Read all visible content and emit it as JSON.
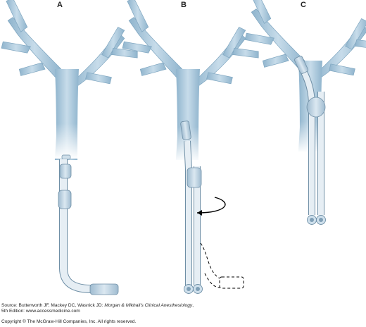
{
  "panels": {
    "a": "A",
    "b": "B",
    "c": "C"
  },
  "credit": {
    "source_prefix": "Source: Butterworth JF, Mackey DC, Wasnick JD: ",
    "source_title": "Morgan & Mikhail's Clinical Anesthesiology",
    "source_suffix": ",",
    "edition": "5th Edition: www.accessmedicine.com",
    "copyright": "Copyright © The McGraw-Hill Companies, Inc. All rights reserved."
  },
  "colors": {
    "airway": "#a8c8dc",
    "airway_edge": "#7fa6c0",
    "tube": "#dfe9f1",
    "tube_edge": "#6f8fa6",
    "cuff": "#b9cfdf"
  }
}
